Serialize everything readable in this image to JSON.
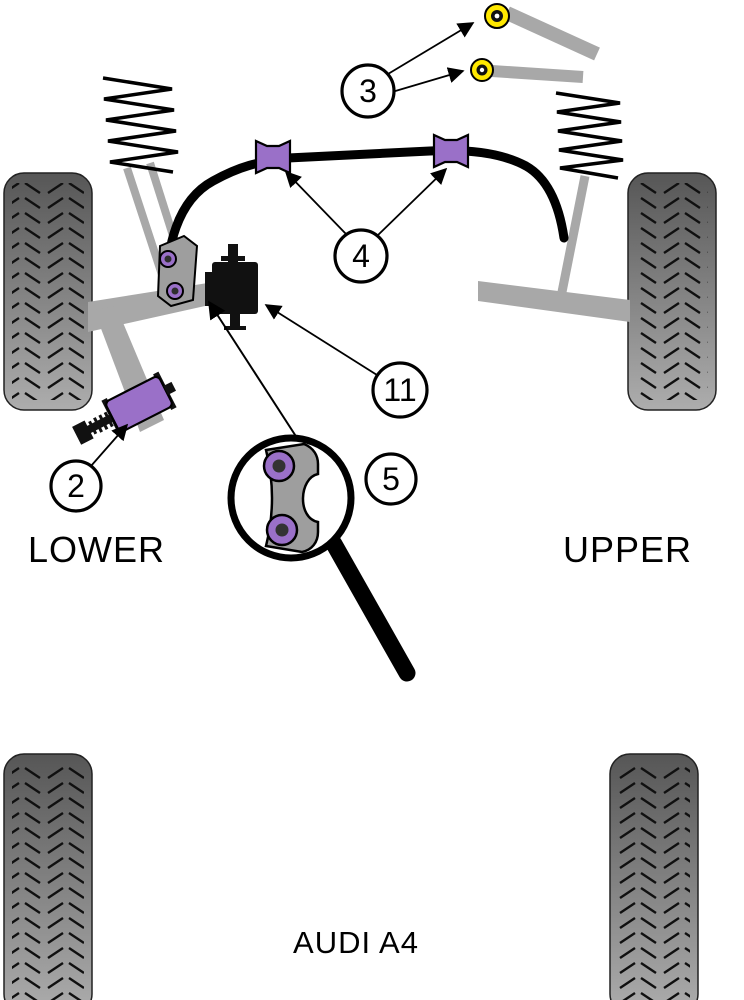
{
  "diagram": {
    "title": "AUDI A4",
    "section_labels": {
      "left": "LOWER",
      "right": "UPPER"
    },
    "callouts": {
      "c2": "2",
      "c3": "3",
      "c4": "4",
      "c5": "5",
      "c11": "11"
    },
    "colors": {
      "bushing_purple": "#9a70c8",
      "bushing_yellow": "#ffe800",
      "metal_gray": "#a8a8a8",
      "outline_black": "#000000"
    }
  }
}
